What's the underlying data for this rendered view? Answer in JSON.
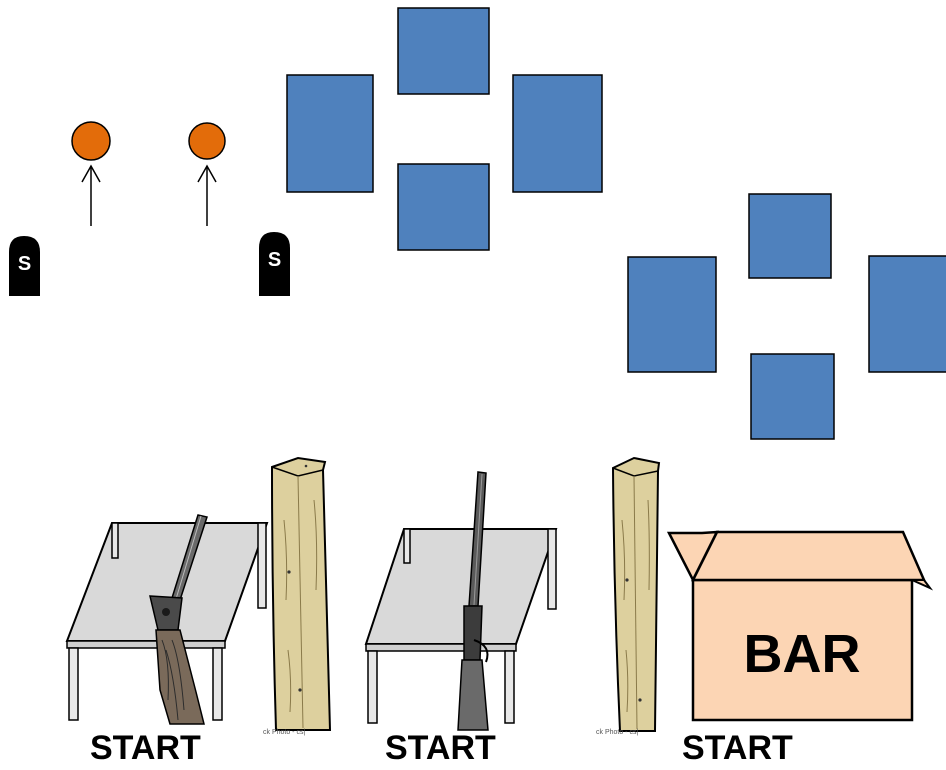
{
  "colors": {
    "target_blue": "#4f81bd",
    "popper_orange": "#e36c0a",
    "table_top": "#d9d9d9",
    "post_wood": "#ddd09e",
    "box_peach": "#fcd5b4"
  },
  "markers": [
    {
      "letter": "S"
    },
    {
      "letter": "S"
    }
  ],
  "icons": [
    "shooter-marker-icon",
    "popper-target-icon",
    "up-arrow-icon",
    "steel-target-icon",
    "shotgun-icon",
    "rifle-icon",
    "wood-post-icon",
    "box-icon",
    "table-icon"
  ],
  "bar_box": {
    "label": "BAR"
  },
  "start_labels": [
    "START",
    "START",
    "START"
  ],
  "photo_credits": [
    "ck Photo - cs|",
    "ck Photo - cs|"
  ]
}
